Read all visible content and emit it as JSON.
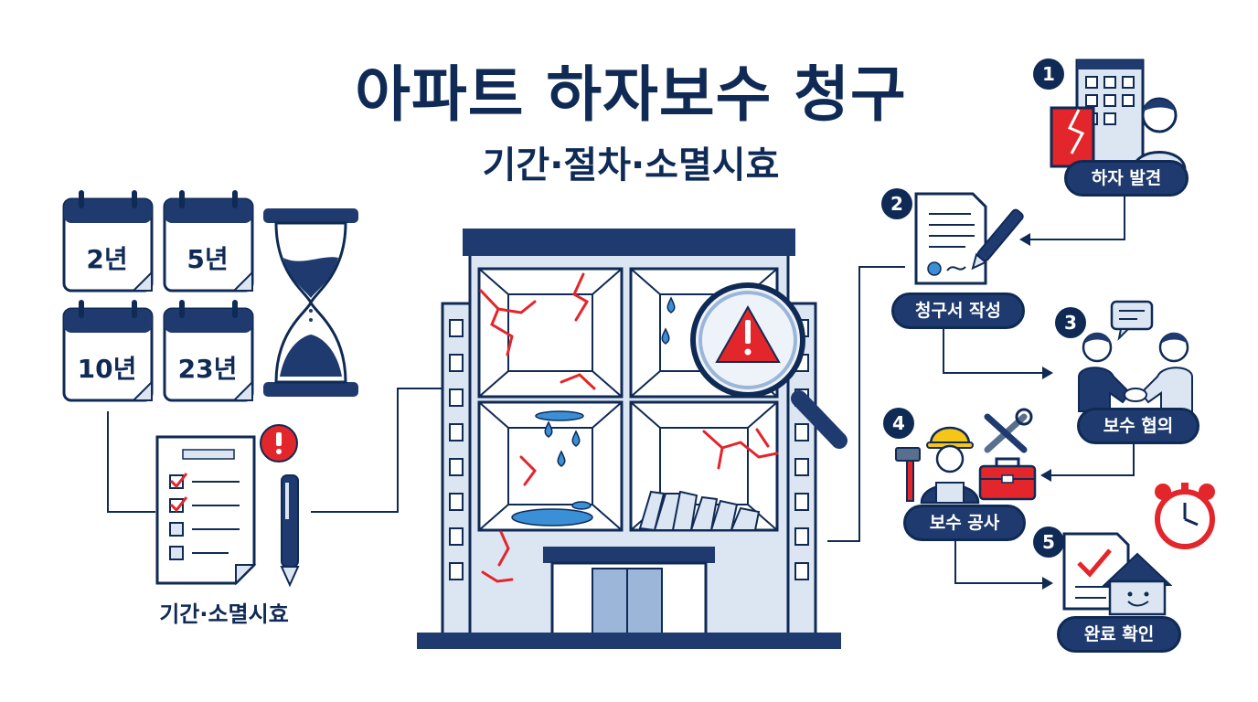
{
  "title": "아파트 하자보수 청구",
  "subtitle": "기간·절차·소멸시효",
  "periods": [
    "2년",
    "5년",
    "10년",
    "23년"
  ],
  "left_label": "기간·소멸시효",
  "steps": [
    {
      "number": "1",
      "label": "하자 발견"
    },
    {
      "number": "2",
      "label": "청구서 작성"
    },
    {
      "number": "3",
      "label": "보수 협의"
    },
    {
      "number": "4",
      "label": "보수 공사"
    },
    {
      "number": "5",
      "label": "완료 확인"
    }
  ],
  "colors": {
    "navy": "#1f3a6e",
    "dark": "#0f2a55",
    "light": "#dce6f3",
    "crack": "#e2262b",
    "water": "#3a8fd6"
  }
}
